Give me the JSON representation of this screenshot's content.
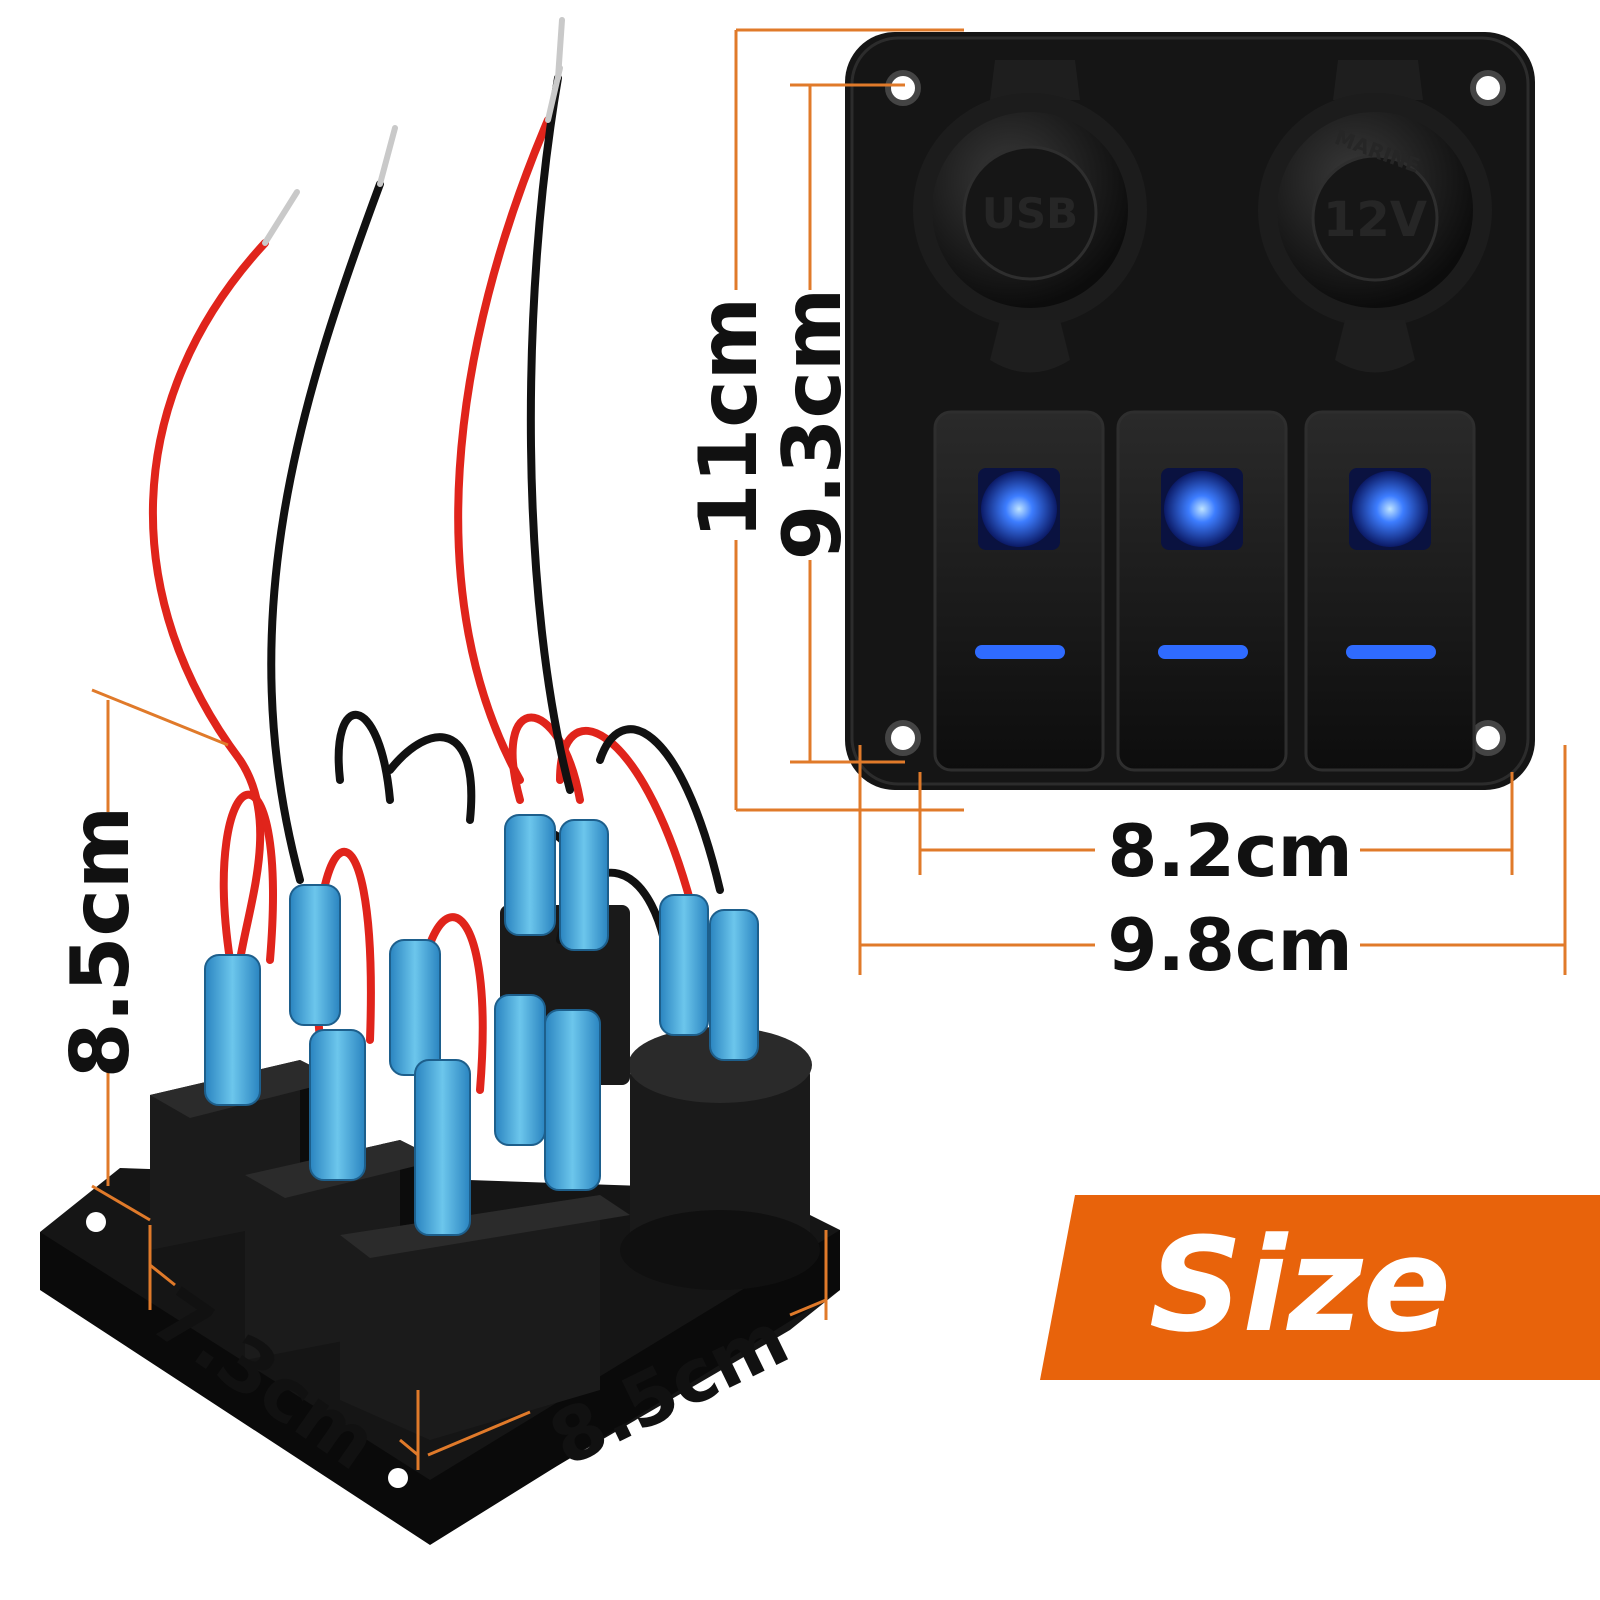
{
  "product_image": {
    "back_view": {
      "height_label": "8.5cm",
      "width_label": "8.5cm",
      "depth_label": "7.3cm"
    },
    "front_view": {
      "outer_height_label": "11cm",
      "hole_height_label": "9.3cm",
      "hole_width_label": "8.2cm",
      "outer_width_label": "9.8cm",
      "socket_left_label": "USB",
      "socket_right_label": "12V",
      "socket_right_arc_label": "MARINE"
    },
    "banner": {
      "label": "Size"
    }
  },
  "colors": {
    "accent_orange": "#e8630b",
    "dimension_line": "#e07a2a",
    "panel": "#141414",
    "led_blue": "#2f6bff",
    "wire_red": "#e0241b",
    "wire_black": "#111111",
    "terminal_blue": "#3aa6d6"
  }
}
